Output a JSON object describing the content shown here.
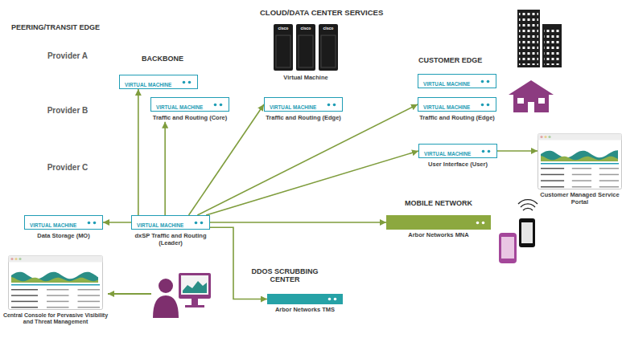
{
  "diagram": {
    "nodes": [
      {
        "text": [
          "Provider A"
        ]
      },
      {
        "text": [
          "Provider B"
        ]
      },
      {
        "text": [
          "Provider C"
        ]
      },
      {
        "text": [
          "BACKBONE"
        ]
      },
      {
        "text": [
          "VIRTUAL MACHINE"
        ],
        "in": 3
      },
      {
        "text": [
          "VIRTUAL MACHINE",
          "Traffic and Routing (Core)"
        ],
        "in": 3
      },
      {
        "text": [
          "CLOUD/DATA CENTER SERVICES"
        ]
      },
      {
        "text": [
          "VIRTUAL MACHINE",
          "Traffic and Routing (Edge)"
        ],
        "in": 6
      },
      {
        "text": [
          "CUSTOMER EDGE"
        ]
      },
      {
        "text": [
          "VIRTUAL MACHINE"
        ],
        "in": 8
      },
      {
        "text": [
          "VIRTUAL MACHINE",
          "Traffic and Routing (Edge)"
        ],
        "in": 8
      },
      {
        "text": [
          "VIRTUAL MACHINE",
          "User Interface (User)"
        ],
        "in": 8
      },
      {
        "text": [
          "VIRTUAL MACHINE",
          "Data Storage (MO)"
        ]
      },
      {
        "text": [
          "VIRTUAL MACHINE",
          "dxSP Traffic and Routing (Leader)"
        ]
      },
      {
        "text": [
          "DDOS SCRUBBING CENTER"
        ]
      },
      {
        "text": [
          "Arbor Networks TMS"
        ],
        "in": 14
      },
      {
        "text": [
          "MOBILE NETWORK"
        ]
      },
      {
        "text": [
          "Arbor Networks MNA"
        ],
        "in": 16
      },
      {
        "text": [
          "Customer Managed Service Portal"
        ]
      },
      {
        "text": [
          "Central Console for Pervasive Visibility and Threat Management"
        ]
      }
    ],
    "edges": [
      {
        "from": 13,
        "to": 12,
        "arrow": "to"
      },
      {
        "from": 13,
        "to": 4,
        "arrow": "to"
      },
      {
        "from": 13,
        "to": 5,
        "arrow": "to"
      },
      {
        "from": 13,
        "to": 7,
        "arrow": "to"
      },
      {
        "from": 13,
        "to": 10,
        "arrow": "to"
      },
      {
        "from": 13,
        "to": 11,
        "arrow": "to"
      },
      {
        "from": 13,
        "to": 15,
        "arrow": "to"
      },
      {
        "from": 13,
        "to": 17,
        "arrow": "to"
      },
      {
        "from": 11,
        "to": 18,
        "arrow": "to"
      }
    ],
    "labels": [
      "PEERING/TRANSIT EDGE",
      "Virtual Machine",
      "cisco",
      "cisco",
      "cisco"
    ]
  }
}
